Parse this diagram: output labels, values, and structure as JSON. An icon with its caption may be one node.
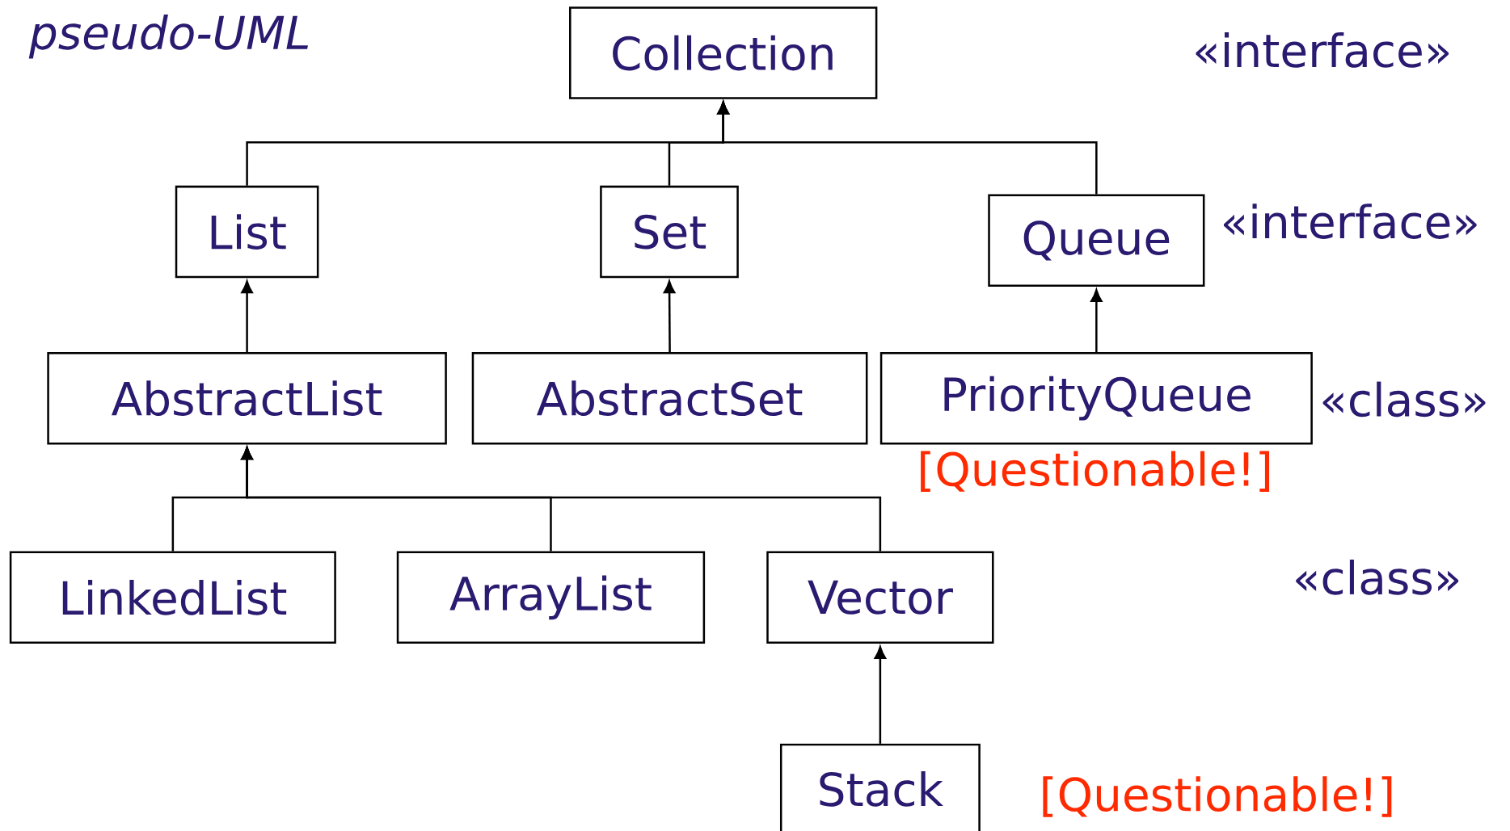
{
  "diagram": {
    "title": "pseudo-UML",
    "nodes": [
      {
        "text": [
          "Collection"
        ]
      },
      {
        "text": [
          "List"
        ]
      },
      {
        "text": [
          "Set"
        ]
      },
      {
        "text": [
          "Queue"
        ]
      },
      {
        "text": [
          "AbstractList"
        ]
      },
      {
        "text": [
          "AbstractSet"
        ]
      },
      {
        "text": [
          "PriorityQueue"
        ],
        "beside": [
          "[Questionable!]"
        ]
      },
      {
        "text": [
          "LinkedList"
        ]
      },
      {
        "text": [
          "ArrayList"
        ]
      },
      {
        "text": [
          "Vector"
        ]
      },
      {
        "text": [
          "Stack"
        ],
        "beside": [
          "[Questionable!]"
        ]
      }
    ],
    "edges": [
      {
        "from": 1,
        "to": 0,
        "arrow": "to"
      },
      {
        "from": 2,
        "to": 0,
        "arrow": "to"
      },
      {
        "from": 3,
        "to": 0,
        "arrow": "to"
      },
      {
        "from": 4,
        "to": 1,
        "arrow": "to"
      },
      {
        "from": 5,
        "to": 2,
        "arrow": "to"
      },
      {
        "from": 6,
        "to": 3,
        "arrow": "to"
      },
      {
        "from": 7,
        "to": 4,
        "arrow": "to"
      },
      {
        "from": 8,
        "to": 4,
        "arrow": "to"
      },
      {
        "from": 9,
        "to": 4,
        "arrow": "to"
      },
      {
        "from": 10,
        "to": 9,
        "arrow": "to"
      }
    ],
    "labels": [
      "«interface»",
      "«interface»",
      "«class»",
      "«class»"
    ]
  }
}
